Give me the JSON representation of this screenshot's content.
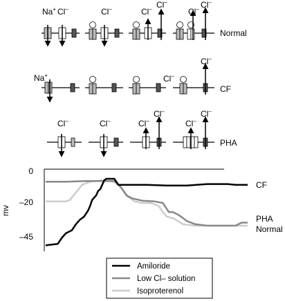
{
  "ion_diagram": {
    "ions": {
      "na": "Na",
      "cl": "Cl",
      "plus": "+",
      "minus": "–"
    },
    "row_labels": {
      "normal": "Normal",
      "cf": "CF",
      "pha": "PHA"
    },
    "colors": {
      "dark_channel": "#555555",
      "light_channel": "#bbbbbb",
      "open_channel": "#ffffff",
      "membrane": "#000000"
    }
  },
  "chart_data": {
    "type": "line",
    "ylabel": "mv",
    "y_ticks": [
      "0",
      "–20",
      "–45"
    ],
    "ylim": [
      -52,
      0
    ],
    "xlim": [
      0,
      100
    ],
    "series": [
      {
        "name": "Amiloride",
        "color": "#000000",
        "end_label": "CF",
        "points": [
          [
            0,
            -49
          ],
          [
            6,
            -48
          ],
          [
            8,
            -44
          ],
          [
            10,
            -41
          ],
          [
            13,
            -39
          ],
          [
            15,
            -35
          ],
          [
            17,
            -32
          ],
          [
            19,
            -30
          ],
          [
            21,
            -26
          ],
          [
            22,
            -23
          ],
          [
            23,
            -19
          ],
          [
            25,
            -16
          ],
          [
            26,
            -13
          ],
          [
            27,
            -12
          ],
          [
            28,
            -9
          ],
          [
            29,
            -6
          ],
          [
            30,
            -5
          ],
          [
            34,
            -5
          ],
          [
            36,
            -9
          ],
          [
            40,
            -9
          ],
          [
            50,
            -9
          ],
          [
            60,
            -9.5
          ],
          [
            70,
            -9.5
          ],
          [
            80,
            -8.5
          ],
          [
            90,
            -8.5
          ],
          [
            94,
            -9
          ],
          [
            100,
            -9
          ]
        ]
      },
      {
        "name": "Low Cl– solution",
        "color": "#888888",
        "end_label": "PHA",
        "points": [
          [
            0,
            -7
          ],
          [
            10,
            -7
          ],
          [
            20,
            -6.5
          ],
          [
            30,
            -6.5
          ],
          [
            34,
            -6.5
          ],
          [
            37,
            -10
          ],
          [
            40,
            -16
          ],
          [
            43,
            -18
          ],
          [
            48,
            -19.5
          ],
          [
            54,
            -20
          ],
          [
            58,
            -21
          ],
          [
            60,
            -25
          ],
          [
            61,
            -27
          ],
          [
            63,
            -27
          ],
          [
            66,
            -29
          ],
          [
            70,
            -33
          ],
          [
            74,
            -35
          ],
          [
            80,
            -36
          ],
          [
            88,
            -36
          ],
          [
            94,
            -36
          ],
          [
            97,
            -34
          ],
          [
            100,
            -34
          ]
        ]
      },
      {
        "name": "Isoproterenol",
        "color": "#cccccc",
        "end_label": "Normal",
        "points": [
          [
            0,
            -20
          ],
          [
            10,
            -20
          ],
          [
            12,
            -19
          ],
          [
            15,
            -14
          ],
          [
            18,
            -9
          ],
          [
            22,
            -7
          ],
          [
            28,
            -6
          ],
          [
            34,
            -7
          ],
          [
            38,
            -12
          ],
          [
            41,
            -17
          ],
          [
            44,
            -20
          ],
          [
            48,
            -21
          ],
          [
            52,
            -21
          ],
          [
            56,
            -23
          ],
          [
            58,
            -27
          ],
          [
            60,
            -30
          ],
          [
            63,
            -31
          ],
          [
            68,
            -35
          ],
          [
            74,
            -36
          ],
          [
            82,
            -36
          ],
          [
            92,
            -36
          ],
          [
            100,
            -36
          ]
        ]
      }
    ]
  }
}
